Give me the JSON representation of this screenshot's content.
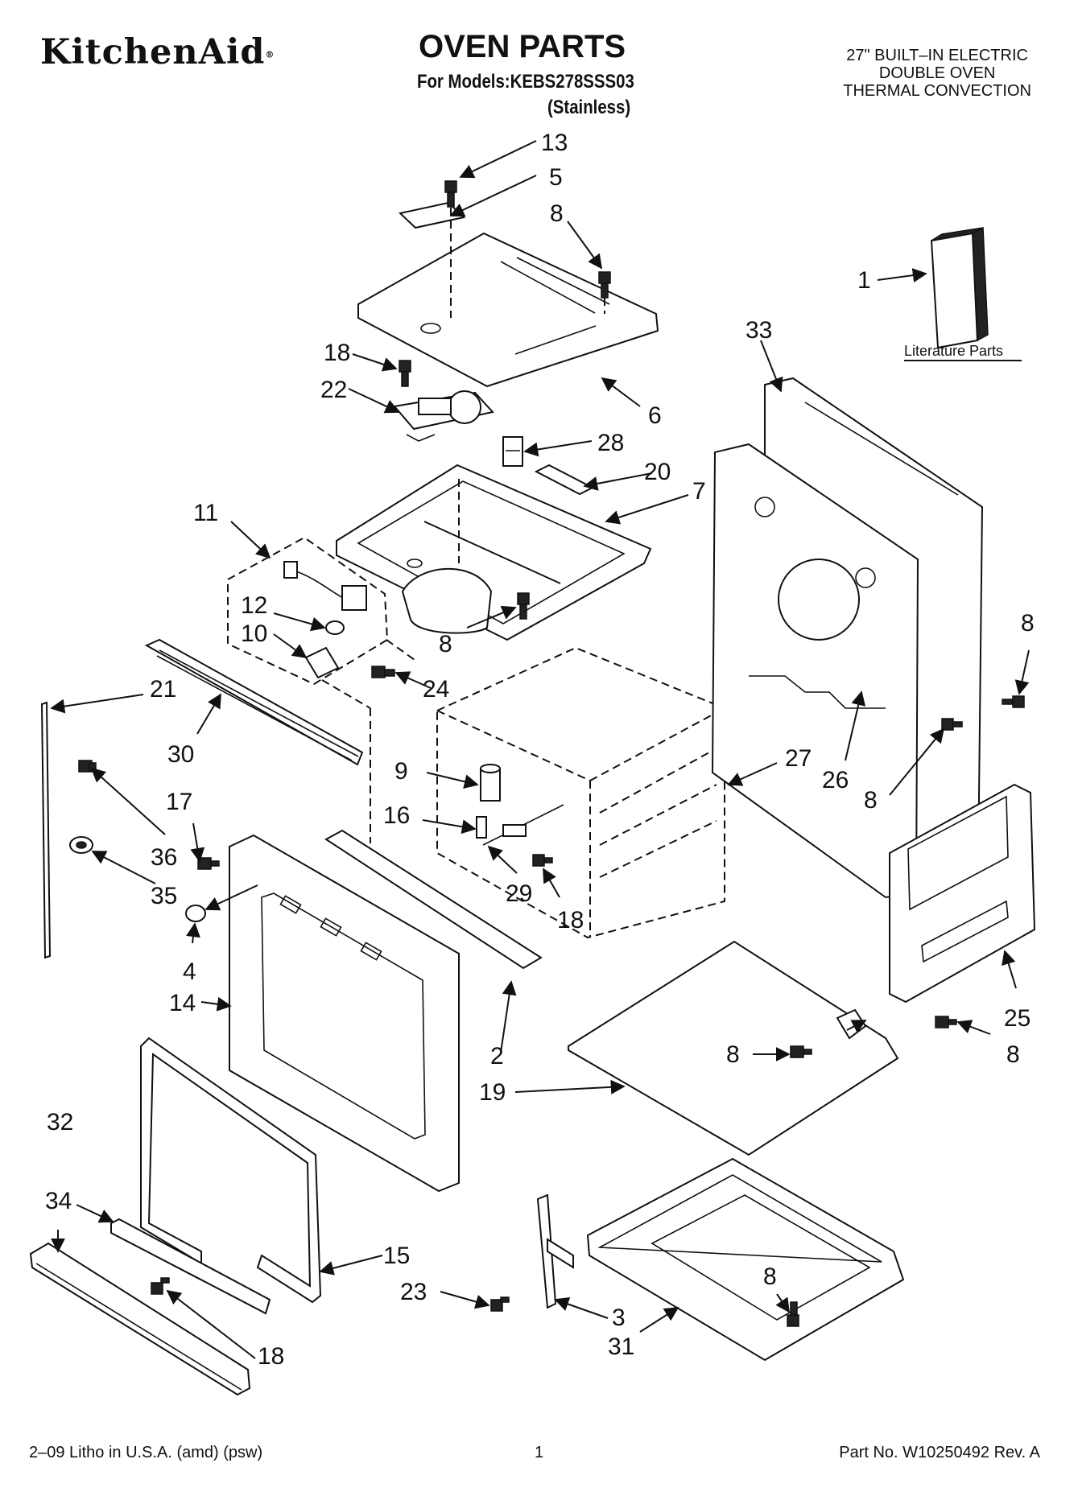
{
  "header": {
    "brand": "KitchenAid",
    "brand_mark": "®",
    "title": "OVEN PARTS",
    "models": "For Models:KEBS278SSS03",
    "finish": "(Stainless)",
    "description_lines": [
      "27\" BUILT–IN ELECTRIC",
      "DOUBLE OVEN",
      "THERMAL CONVECTION"
    ]
  },
  "literature": {
    "label": "Literature Parts"
  },
  "callouts": {
    "c1": "1",
    "c2": "2",
    "c3": "3",
    "c4": "4",
    "c5": "5",
    "c6": "6",
    "c7": "7",
    "c8a": "8",
    "c8b": "8",
    "c8c": "8",
    "c8d": "8",
    "c8e": "8",
    "c8f": "8",
    "c8g": "8",
    "c9": "9",
    "c10": "10",
    "c11": "11",
    "c12": "12",
    "c13": "13",
    "c14": "14",
    "c15": "15",
    "c16": "16",
    "c17": "17",
    "c18a": "18",
    "c18b": "18",
    "c18c": "18",
    "c19": "19",
    "c20": "20",
    "c21": "21",
    "c22": "22",
    "c23": "23",
    "c24": "24",
    "c25": "25",
    "c26": "26",
    "c27": "27",
    "c28": "28",
    "c29": "29",
    "c30": "30",
    "c31": "31",
    "c32": "32",
    "c33": "33",
    "c34": "34",
    "c35": "35",
    "c36": "36"
  },
  "footer": {
    "left": "2–09 Litho in U.S.A. (amd) (psw)",
    "page": "1",
    "part_no": "Part No. W10250492 Rev. A"
  }
}
